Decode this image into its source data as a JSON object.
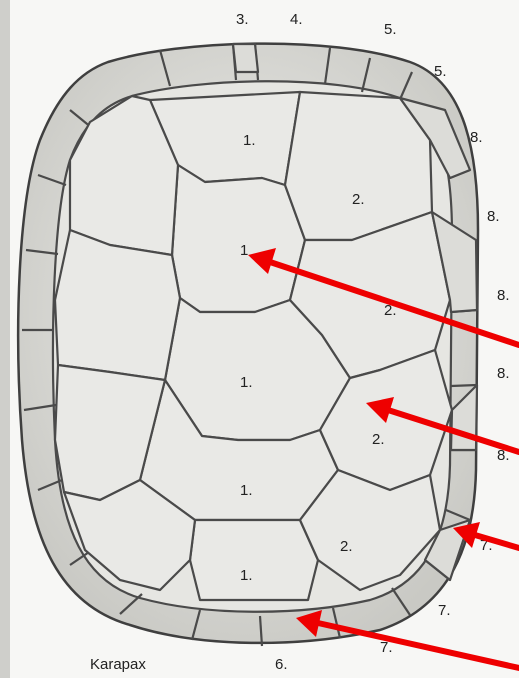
{
  "labels": {
    "l3": "3.",
    "l4": "4.",
    "l5a": "5.",
    "l5b": "5.",
    "v1": "1.",
    "v2": "1",
    "v3": "1.",
    "v4": "1.",
    "v5": "1.",
    "c1": "2.",
    "c2": "2.",
    "c3": "2.",
    "c4": "2.",
    "m1": "8.",
    "m2": "8.",
    "m3": "8.",
    "m4": "8.",
    "m5": "8.",
    "m6": "7.",
    "m7": "7.",
    "m8": "7.",
    "l6": "6."
  },
  "caption": "Karapax",
  "colors": {
    "arrow": "#ee0000",
    "outline": "#4a4a4a",
    "shell_fill": "#e9e9e6"
  }
}
